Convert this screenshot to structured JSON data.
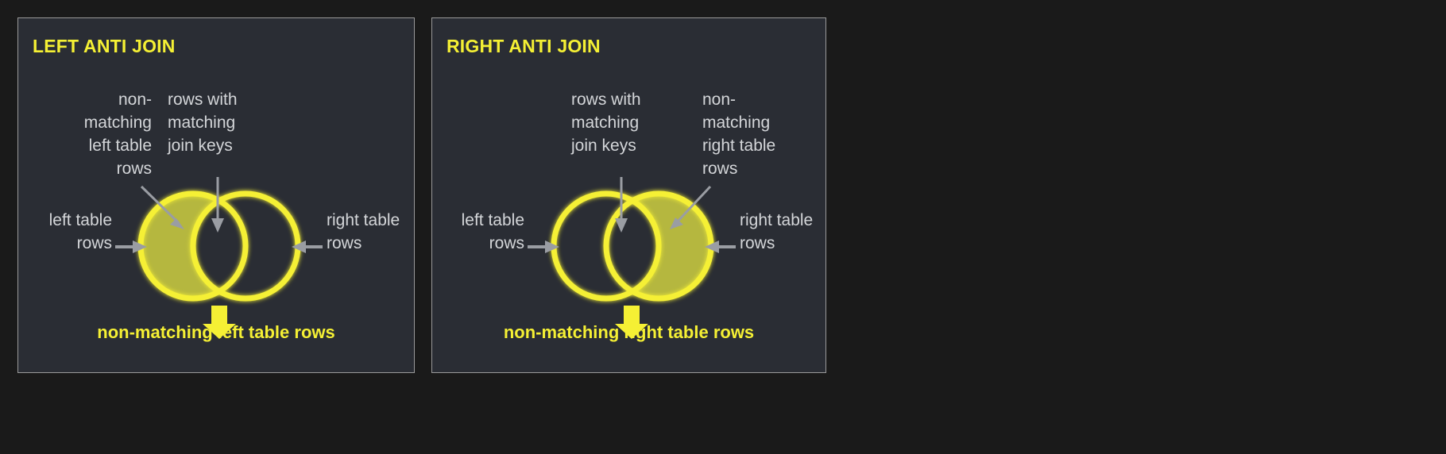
{
  "page": {
    "background_color": "#1a1a1a",
    "panel_background_color": "#2a2d34",
    "panel_border_color": "#9a9a9a",
    "accent_yellow": "#f5f034",
    "circle_stroke_color": "#f5f034",
    "fill_olive_color": "#b5b73f",
    "label_gray": "#d4d6d9",
    "arrow_gray": "#9a9da3"
  },
  "panels": [
    {
      "id": "left-anti-join",
      "title": "LEFT ANTI JOIN",
      "notes": {
        "non_matching": "non-\nmatching\nleft table\nrows",
        "matching": "rows with\nmatching\njoin keys",
        "left_table": "left table\nrows",
        "right_table": "right table\nrows"
      },
      "caption": "non-matching left table rows",
      "highlighted_region": "left-only"
    },
    {
      "id": "right-anti-join",
      "title": "RIGHT ANTI JOIN",
      "notes": {
        "matching": "rows with\nmatching\njoin keys",
        "non_matching": "non-\nmatching\nright table\nrows",
        "left_table": "left table\nrows",
        "right_table": "right table\nrows"
      },
      "caption": "non-matching right table rows",
      "highlighted_region": "right-only"
    }
  ]
}
